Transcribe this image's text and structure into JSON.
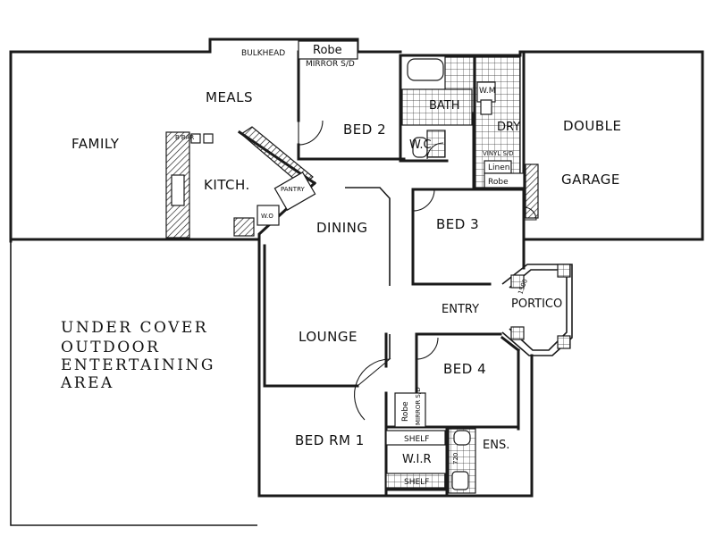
{
  "rooms": {
    "meals": "MEALS",
    "family": "FAMILY",
    "kitchen": "KITCH.",
    "bed2": "BED 2",
    "bath": "BATH",
    "dry": "DRY",
    "wc": "W.C",
    "double": "DOUBLE",
    "garage": "GARAGE",
    "dining": "DINING",
    "bed3": "BED 3",
    "entry": "ENTRY",
    "portico": "PORTICO",
    "lounge": "LOUNGE",
    "bed4": "BED 4",
    "bedrm1": "BED RM 1",
    "wir": "W.I.R",
    "ens": "ENS.",
    "outdoor": [
      "UNDER COVER",
      "OUTDOOR",
      "ENTERTAINING",
      "AREA"
    ]
  },
  "fixtures": {
    "bulkhead": "BULKHEAD",
    "robe_bed2": "Robe",
    "mirror_bed2": "MIRROR S/D",
    "wm": "W.M",
    "pantry": "PANTRY",
    "wo": "W.O",
    "bbar": "B'BAR",
    "linen": "Linen",
    "robe_bed3": "Robe",
    "vinyl": "VINYL S/D",
    "robe_bed4": "Robe",
    "mirror_bed4": "MIRROR S/D",
    "shelf_top": "SHELF",
    "shelf_bottom": "SHELF",
    "dim_1500": "1500",
    "dim_720": "720"
  }
}
